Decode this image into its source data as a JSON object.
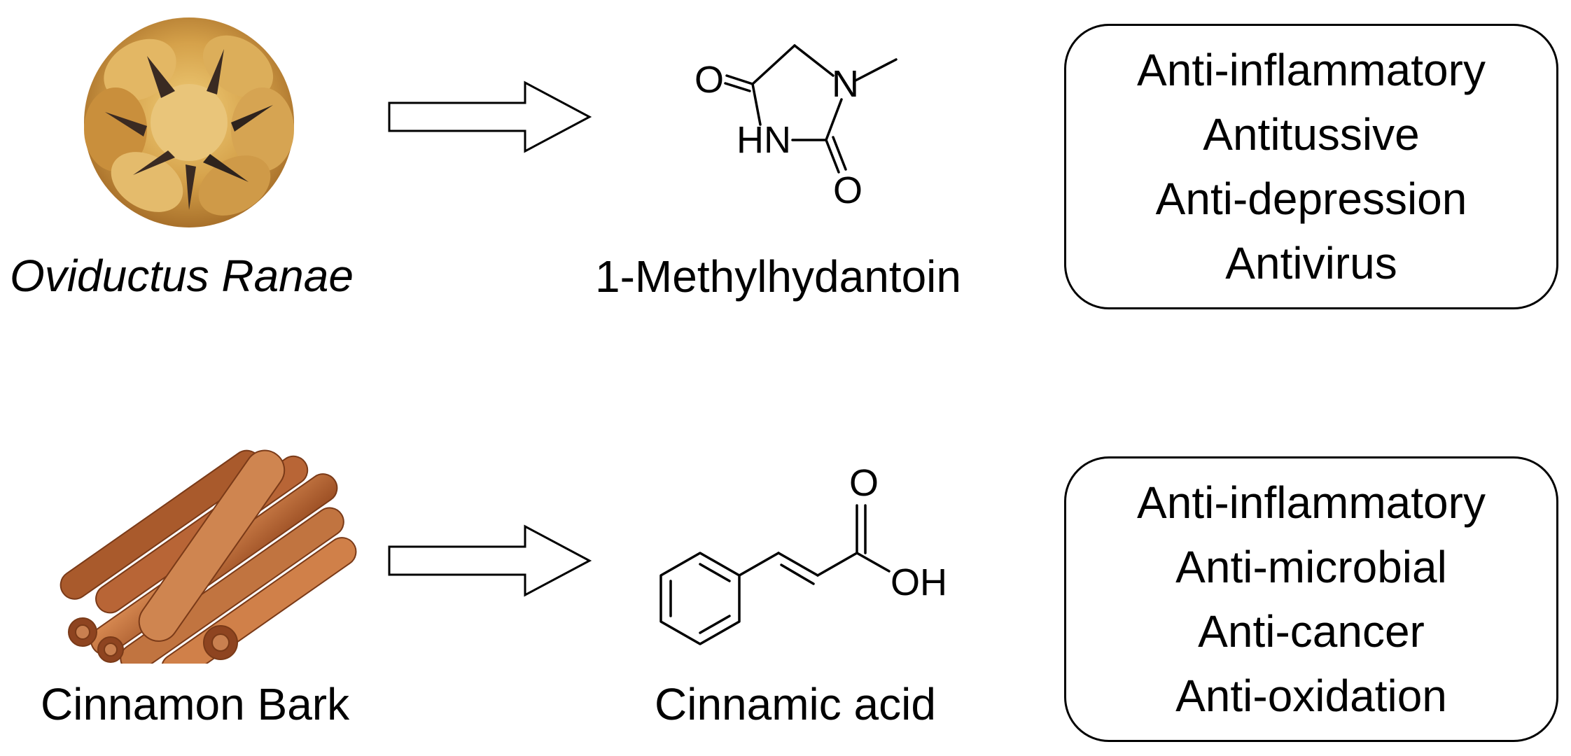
{
  "rows": [
    {
      "source_label": "Oviductus Ranae",
      "compound_label": "1-Methylhydantoin",
      "compound_atoms": {
        "o_top": "O",
        "n_methyl": "N",
        "nh": "HN",
        "o_bottom": "O"
      },
      "effects": [
        "Anti-inflammatory",
        "Antitussive",
        "Anti-depression",
        "Antivirus"
      ]
    },
    {
      "source_label": "Cinnamon Bark",
      "compound_label": "Cinnamic acid",
      "compound_atoms": {
        "o_top": "O",
        "oh": "OH"
      },
      "effects": [
        "Anti-inflammatory",
        "Anti-microbial",
        "Anti-cancer",
        "Anti-oxidation"
      ]
    }
  ],
  "icons": {
    "row1_source": "oviductus-ranae-photo",
    "row2_source": "cinnamon-sticks-photo",
    "arrow": "right-outline-arrow"
  },
  "colors": {
    "outline": "#000000",
    "background": "#ffffff",
    "cinnamon": "#b8683a",
    "ranae": "#d2a24c"
  }
}
